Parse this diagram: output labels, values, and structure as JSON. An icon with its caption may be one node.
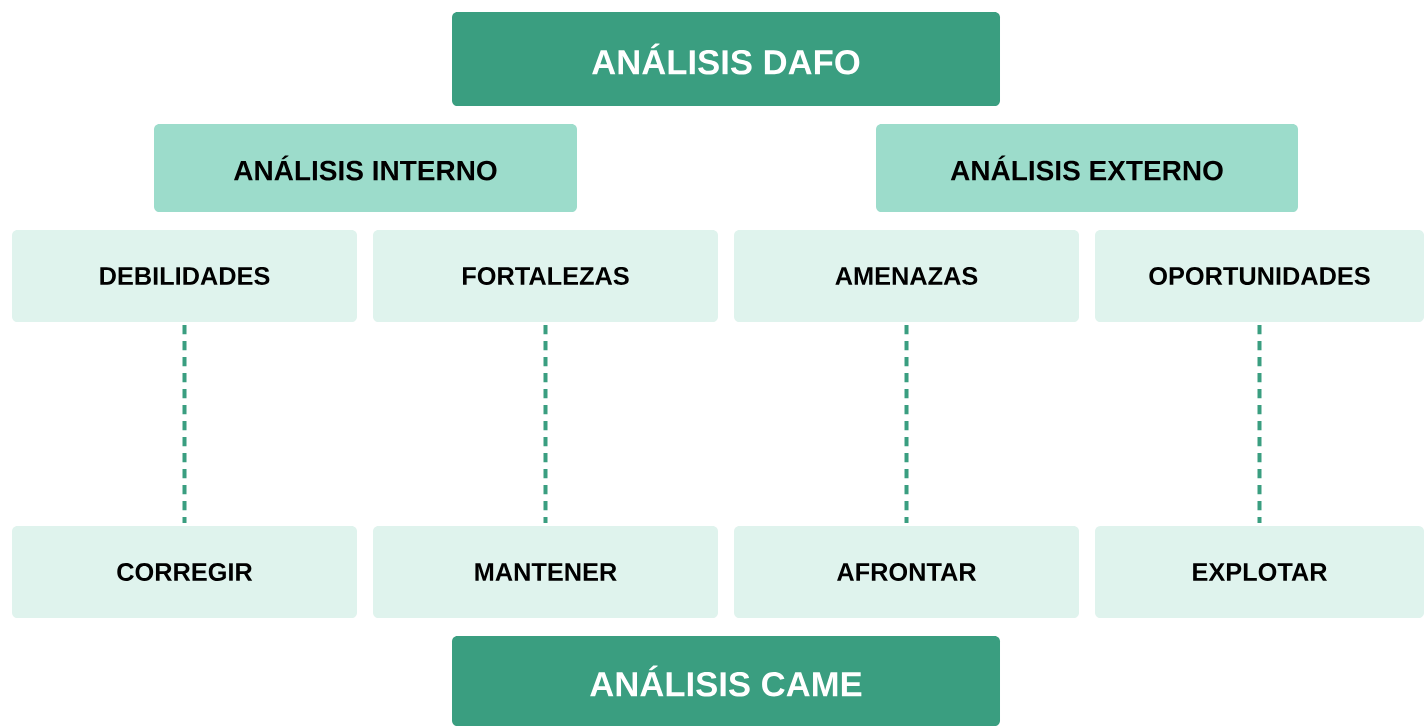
{
  "diagram": {
    "nodes": [
      {
        "text": [
          "ANÁLISIS DAFO"
        ]
      },
      {
        "text": [
          "ANÁLISIS INTERNO"
        ]
      },
      {
        "text": [
          "ANÁLISIS EXTERNO"
        ]
      },
      {
        "text": [
          "DEBILIDADES"
        ]
      },
      {
        "text": [
          "FORTALEZAS"
        ]
      },
      {
        "text": [
          "AMENAZAS"
        ]
      },
      {
        "text": [
          "OPORTUNIDADES"
        ]
      },
      {
        "text": [
          "CORREGIR"
        ]
      },
      {
        "text": [
          "MANTENER"
        ]
      },
      {
        "text": [
          "AFRONTAR"
        ]
      },
      {
        "text": [
          "EXPLOTAR"
        ]
      },
      {
        "text": [
          "ANÁLISIS CAME"
        ]
      }
    ],
    "edges": [
      {
        "from": 3,
        "to": 7,
        "arrow": "none",
        "style": "dashed"
      },
      {
        "from": 4,
        "to": 8,
        "arrow": "none",
        "style": "dashed"
      },
      {
        "from": 5,
        "to": 9,
        "arrow": "none",
        "style": "dashed"
      },
      {
        "from": 6,
        "to": 10,
        "arrow": "none",
        "style": "dashed"
      }
    ]
  }
}
